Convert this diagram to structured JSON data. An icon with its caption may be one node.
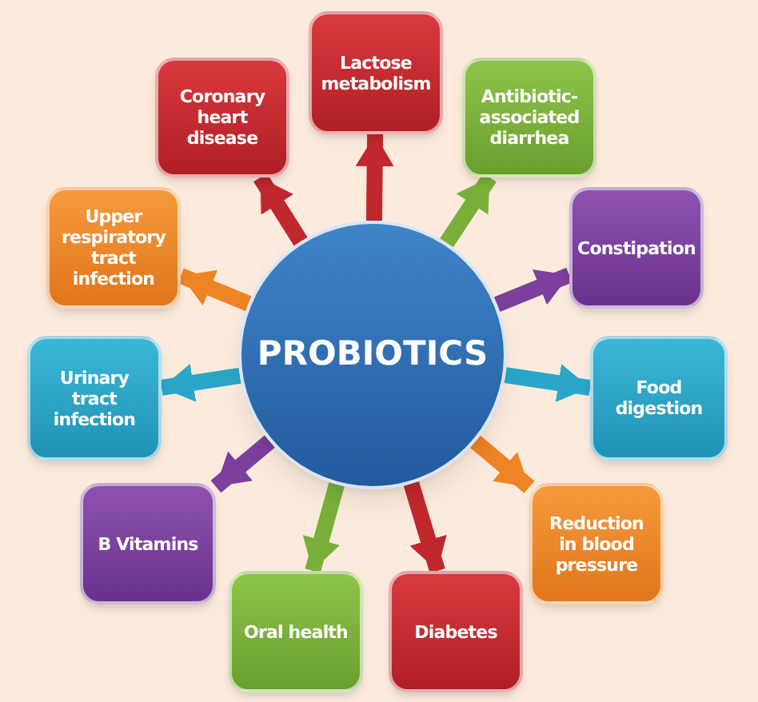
{
  "diagram": {
    "nodes": [
      {
        "text": [
          "PROBIOTICS"
        ]
      },
      {
        "text": [
          "Lactose metabolism"
        ]
      },
      {
        "text": [
          "Antibiotic-associated diarrhea"
        ]
      },
      {
        "text": [
          "Constipation"
        ]
      },
      {
        "text": [
          "Food digestion"
        ]
      },
      {
        "text": [
          "Reduction in blood pressure"
        ]
      },
      {
        "text": [
          "Diabetes"
        ]
      },
      {
        "text": [
          "Oral health"
        ]
      },
      {
        "text": [
          "B Vitamins"
        ]
      },
      {
        "text": [
          "Urinary tract infection"
        ]
      },
      {
        "text": [
          "Upper respiratory tract infection"
        ]
      },
      {
        "text": [
          "Coronary heart disease"
        ]
      }
    ],
    "edges": [
      {
        "from": 0,
        "to": 1,
        "arrow": "to",
        "color": "#c0282d"
      },
      {
        "from": 0,
        "to": 2,
        "arrow": "to",
        "color": "#7ab03a"
      },
      {
        "from": 0,
        "to": 3,
        "arrow": "to",
        "color": "#7b3f9e"
      },
      {
        "from": 0,
        "to": 4,
        "arrow": "to",
        "color": "#2aa6c8"
      },
      {
        "from": 0,
        "to": 5,
        "arrow": "to",
        "color": "#ef8424"
      },
      {
        "from": 0,
        "to": 6,
        "arrow": "to",
        "color": "#c0282d"
      },
      {
        "from": 0,
        "to": 7,
        "arrow": "to",
        "color": "#7ab03a"
      },
      {
        "from": 0,
        "to": 8,
        "arrow": "to",
        "color": "#7b3f9e"
      },
      {
        "from": 0,
        "to": 9,
        "arrow": "to",
        "color": "#2aa6c8"
      },
      {
        "from": 0,
        "to": 10,
        "arrow": "to",
        "color": "#ef8424"
      },
      {
        "from": 0,
        "to": 11,
        "arrow": "to",
        "color": "#c0282d"
      }
    ]
  }
}
